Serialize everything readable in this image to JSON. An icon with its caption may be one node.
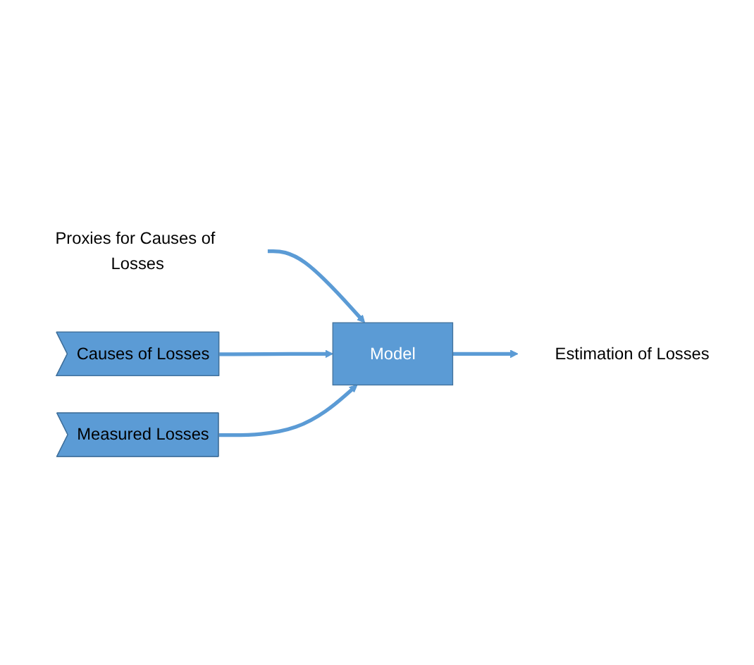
{
  "diagram": {
    "nodes": [
      {
        "text": [
          "Proxies for Causes of Losses"
        ]
      },
      {
        "text": [
          "Causes of Losses"
        ]
      },
      {
        "text": [
          "Measured Losses"
        ]
      },
      {
        "text": [
          "Model"
        ]
      },
      {
        "text": [
          "Estimation of Losses"
        ]
      }
    ],
    "edges": [
      {
        "from": 0,
        "to": 3,
        "arrow": "to"
      },
      {
        "from": 1,
        "to": 3,
        "arrow": "to"
      },
      {
        "from": 2,
        "to": 3,
        "arrow": "to"
      },
      {
        "from": 3,
        "to": 4,
        "arrow": "to"
      }
    ]
  }
}
